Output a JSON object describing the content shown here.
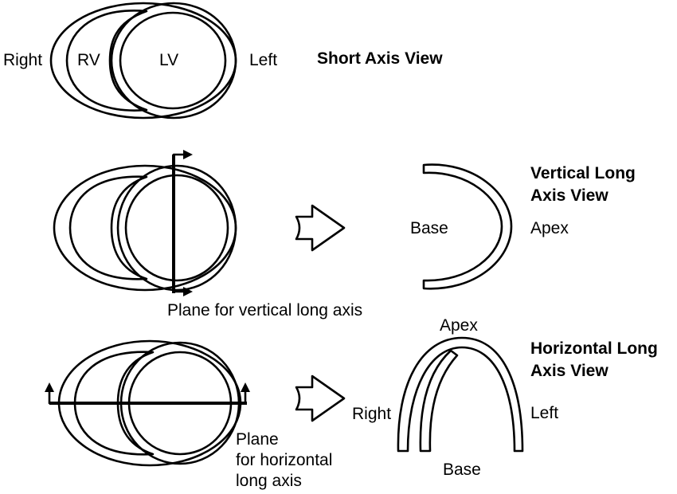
{
  "short_axis": {
    "right_label": "Right",
    "rv_label": "RV",
    "lv_label": "LV",
    "left_label": "Left",
    "title": "Short Axis View"
  },
  "vertical": {
    "plane_caption": "Plane for vertical long axis",
    "base_label": "Base",
    "apex_label": "Apex",
    "title_line1": "Vertical Long",
    "title_line2": "Axis View"
  },
  "horizontal": {
    "plane_caption_line1": "Plane",
    "plane_caption_line2": "for horizontal",
    "plane_caption_line3": "long axis",
    "apex_label": "Apex",
    "right_label": "Right",
    "left_label": "Left",
    "base_label": "Base",
    "title_line1": "Horizontal Long",
    "title_line2": "Axis View"
  }
}
